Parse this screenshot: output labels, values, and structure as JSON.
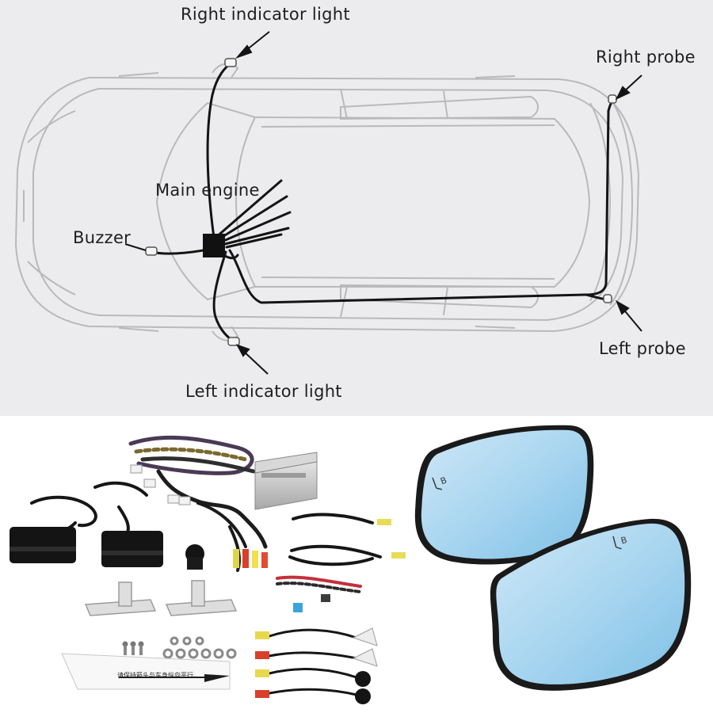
{
  "diagram": {
    "labels": {
      "right_indicator": "Right indicator light",
      "right_probe": "Right probe",
      "main_engine": "Main engine",
      "buzzer": "Buzzer",
      "left_probe": "Left probe",
      "left_indicator": "Left indicator light"
    }
  },
  "products": {
    "mirror_icon_text": "B",
    "bracket_note": "请保持箭头与车身纵向平行"
  }
}
